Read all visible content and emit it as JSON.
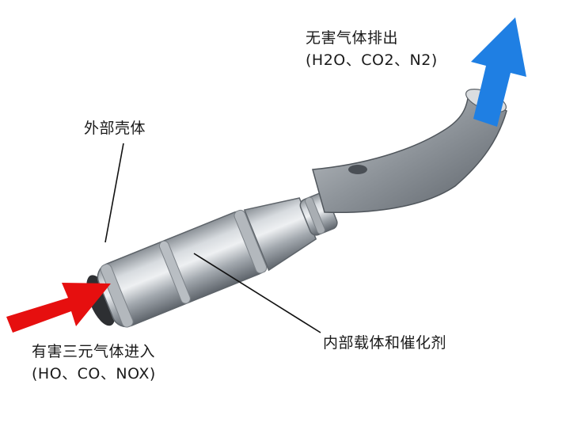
{
  "labels": {
    "outlet": {
      "line1": "无害气体排出",
      "line2": "(H2O、CO2、N2)"
    },
    "shell": "外部壳体",
    "inlet": {
      "line1": "有害三元气体进入",
      "line2": "(HO、CO、NOX)"
    },
    "core": "内部载体和催化剂"
  },
  "colors": {
    "inlet_arrow": "#e60f0f",
    "outlet_arrow": "#1f7fe3",
    "leader_line": "#111111",
    "metal_dark": "#6b7178",
    "metal_mid": "#a7adb3",
    "metal_light": "#e4e7ea"
  },
  "icons": {
    "inlet_arrow": "arrow-right-icon",
    "outlet_arrow": "arrow-up-icon"
  }
}
